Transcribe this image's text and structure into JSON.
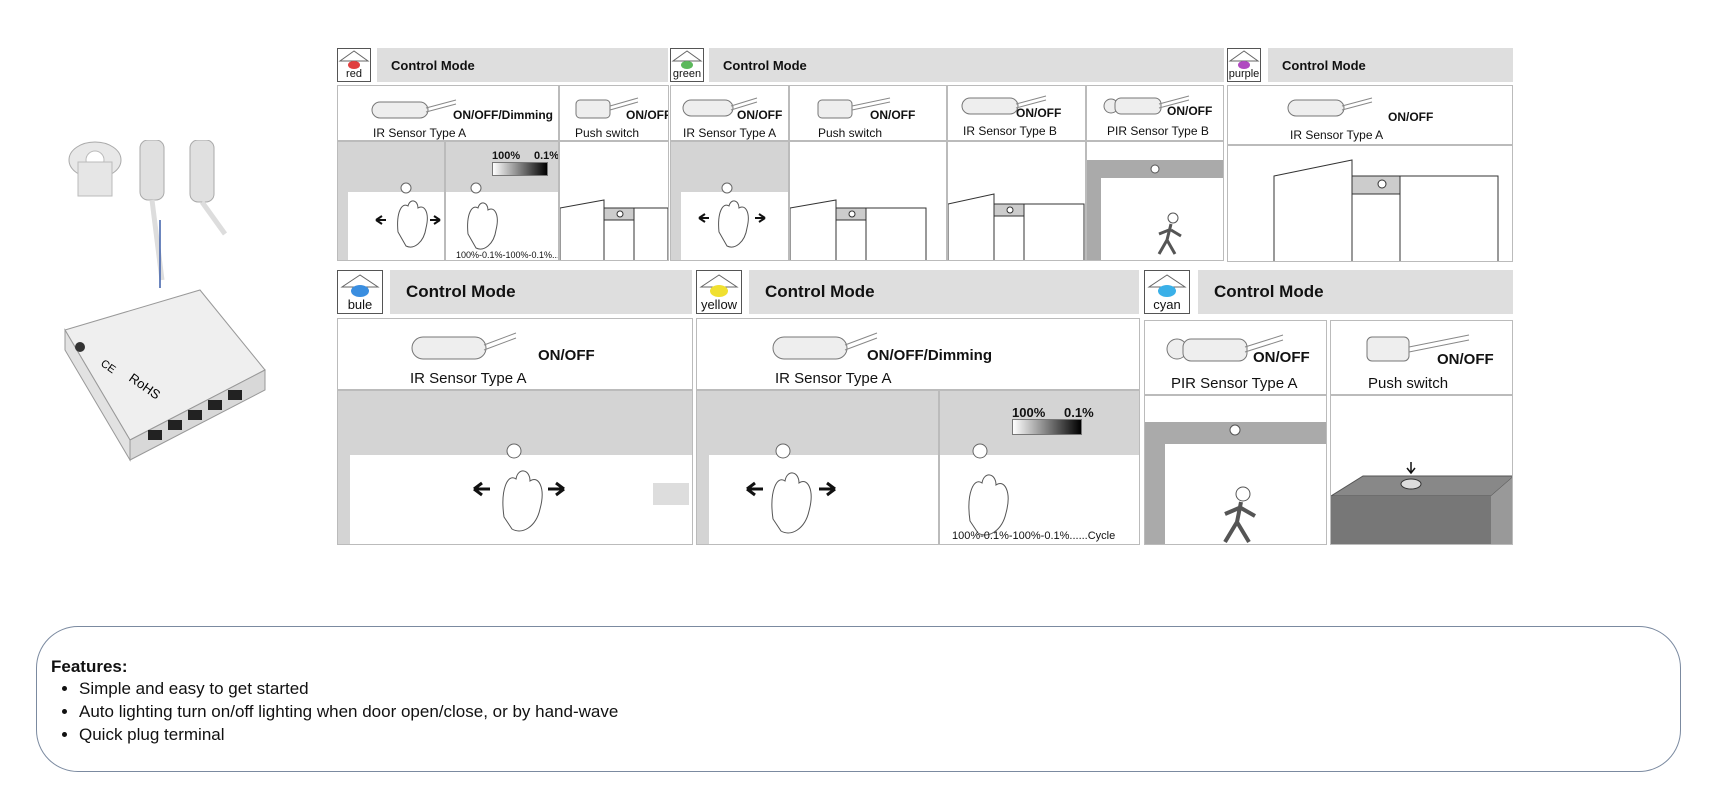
{
  "modes": {
    "red": {
      "color_label": "red",
      "title": "Control Mode",
      "dot": "#e04040",
      "items": [
        {
          "label": "IR Sensor Type A",
          "mode": "ON/OFF/Dimming",
          "scene": "hand-wave-dimming"
        },
        {
          "label": "Push switch",
          "mode": "ON/OFF",
          "scene": "door"
        }
      ]
    },
    "green": {
      "color_label": "green",
      "title": "Control Mode",
      "dot": "#5cb85c",
      "items": [
        {
          "label": "IR Sensor Type A",
          "mode": "ON/OFF",
          "scene": "hand-wave"
        },
        {
          "label": "Push switch",
          "mode": "ON/OFF",
          "scene": "door"
        },
        {
          "label": "IR Sensor Type B",
          "mode": "ON/OFF",
          "scene": "door"
        },
        {
          "label": "PIR Sensor Type B",
          "mode": "ON/OFF",
          "scene": "person"
        }
      ]
    },
    "purple": {
      "color_label": "purple",
      "title": "Control Mode",
      "dot": "#b04ac0",
      "items": [
        {
          "label": "IR Sensor Type A",
          "mode": "ON/OFF",
          "scene": "door"
        }
      ]
    },
    "bule": {
      "color_label": "bule",
      "title": "Control Mode",
      "dot": "#3a8ee0",
      "items": [
        {
          "label": "IR Sensor Type A",
          "mode": "ON/OFF",
          "scene": "hand-wave"
        }
      ]
    },
    "yellow": {
      "color_label": "yellow",
      "title": "Control Mode",
      "dot": "#f0e030",
      "items": [
        {
          "label": "IR Sensor Type A",
          "mode": "ON/OFF/Dimming",
          "scene": "hand-wave-dimming"
        }
      ]
    },
    "cyan": {
      "color_label": "cyan",
      "title": "Control Mode",
      "dot": "#3ab0e8",
      "items": [
        {
          "label": "PIR Sensor Type A",
          "mode": "ON/OFF",
          "scene": "person"
        },
        {
          "label": "Push switch",
          "mode": "ON/OFF",
          "scene": "push-surface"
        }
      ]
    }
  },
  "dimming": {
    "high": "100%",
    "low": "0.1%",
    "cycle": "100%-0.1%-100%-0.1%......Cycle"
  },
  "product": {
    "label_rohs": "RoHS",
    "label_ce": "CE"
  },
  "features": {
    "heading": "Features:",
    "items": [
      "Simple and easy to get started",
      "Auto lighting turn on/off lighting when door open/close, or by hand-wave",
      "Quick plug terminal"
    ]
  }
}
